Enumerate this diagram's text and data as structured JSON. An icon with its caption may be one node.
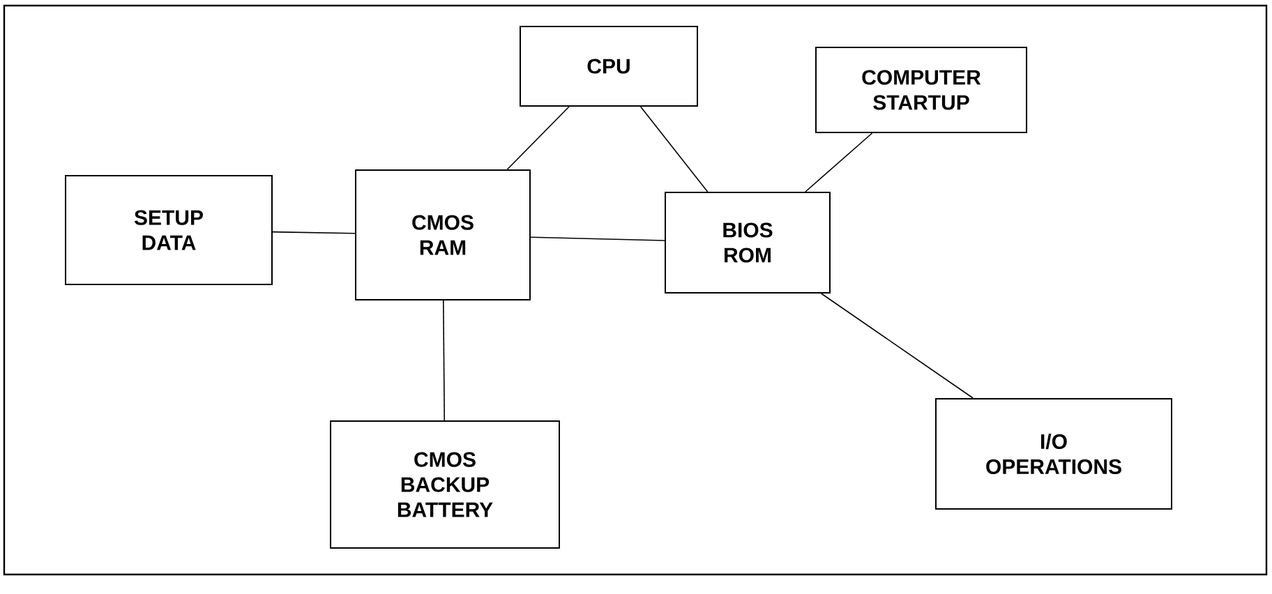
{
  "diagram": {
    "nodes": [
      {
        "text": [
          "CPU"
        ]
      },
      {
        "text": [
          "COMPUTER STARTUP"
        ]
      },
      {
        "text": [
          "SETUP DATA"
        ]
      },
      {
        "text": [
          "CMOS RAM"
        ]
      },
      {
        "text": [
          "BIOS ROM"
        ]
      },
      {
        "text": [
          "CMOS BACKUP BATTERY"
        ]
      },
      {
        "text": [
          "I/O OPERATIONS"
        ]
      }
    ],
    "edges": [
      {
        "from": 0,
        "to": 3,
        "arrow": "none"
      },
      {
        "from": 0,
        "to": 4,
        "arrow": "none"
      },
      {
        "from": 4,
        "to": 1,
        "arrow": "none"
      },
      {
        "from": 2,
        "to": 3,
        "arrow": "none"
      },
      {
        "from": 3,
        "to": 4,
        "arrow": "none"
      },
      {
        "from": 3,
        "to": 5,
        "arrow": "none"
      },
      {
        "from": 4,
        "to": 6,
        "arrow": "none"
      }
    ]
  }
}
